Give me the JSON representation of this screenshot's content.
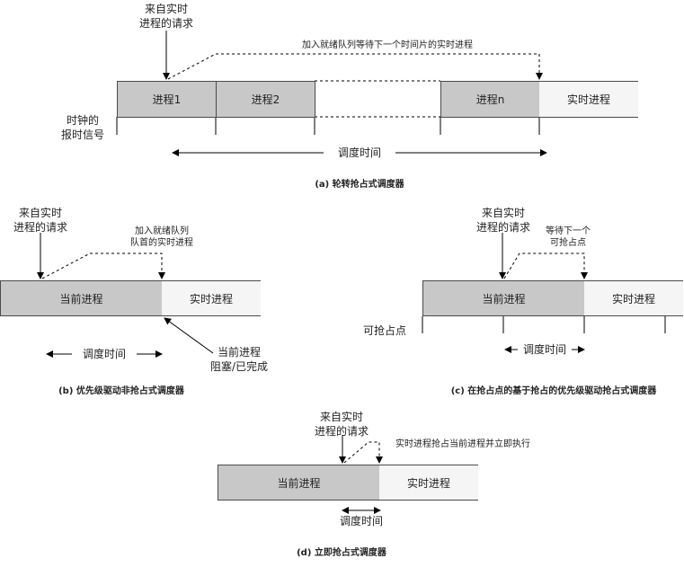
{
  "diagram_a": {
    "request_label": "来自实时\n进程的请求",
    "note": "加入就绪队列等待下一个时间片的实时进程",
    "blocks": [
      "进程1",
      "进程2",
      "进程n",
      "实时进程"
    ],
    "clock_label": "时钟的\n报时信号",
    "schedule_label": "调度时间",
    "caption": "(a) 轮转抢占式调度器"
  },
  "diagram_b": {
    "request_label": "来自实时\n进程的请求",
    "note": "加入就绪队列\n队首的实时进程",
    "blocks": [
      "当前进程",
      "实时进程"
    ],
    "block_label": "当前进程\n阻塞/已完成",
    "schedule_label": "调度时间",
    "caption": "(b) 优先级驱动非抢占式调度器"
  },
  "diagram_c": {
    "request_label": "来自实时\n进程的请求",
    "note": "等待下一个\n可抢占点",
    "blocks": [
      "当前进程",
      "实时进程"
    ],
    "preempt_label": "可抢占点",
    "schedule_label": "调度时间",
    "caption": "(c) 在抢占点的基于抢占的优先级驱动抢占式调度器"
  },
  "diagram_d": {
    "request_label": "来自实时\n进程的请求",
    "note": "实时进程抢占当前进程并立即执行",
    "blocks": [
      "当前进程",
      "实时进程"
    ],
    "schedule_label": "调度时间",
    "caption": "(d) 立即抢占式调度器"
  }
}
